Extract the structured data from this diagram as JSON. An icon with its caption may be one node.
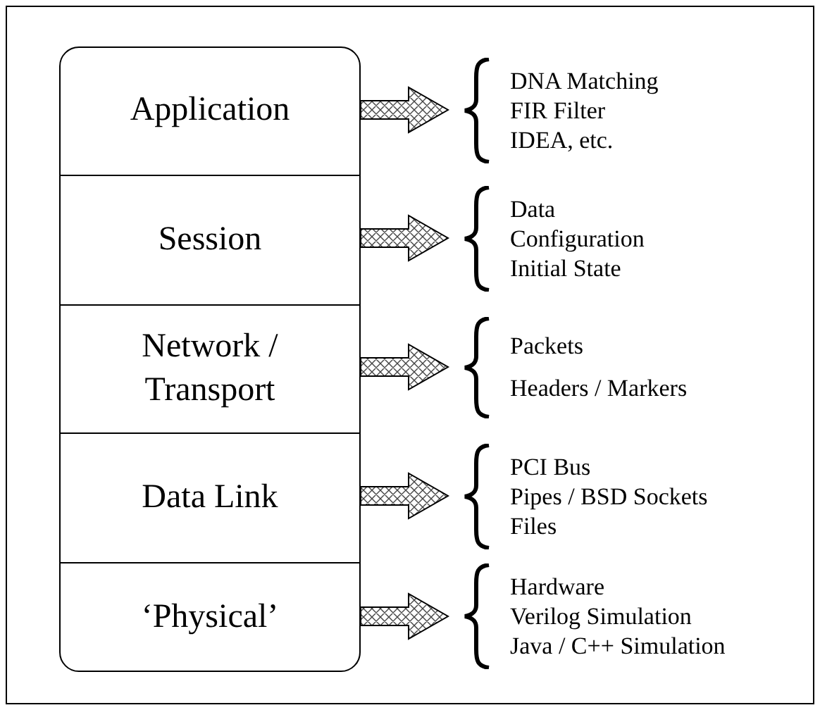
{
  "diagram": {
    "nodes": [
      {
        "text": [
          "Application"
        ]
      },
      {
        "text": [
          "Session"
        ]
      },
      {
        "text": [
          "Network / Transport"
        ]
      },
      {
        "text": [
          "Data Link"
        ]
      },
      {
        "text": [
          "‘Physical’"
        ]
      },
      {
        "text": [
          "DNA Matching",
          "FIR Filter",
          "IDEA, etc."
        ]
      },
      {
        "text": [
          "Data",
          "Configuration",
          "Initial State"
        ]
      },
      {
        "text": [
          "Packets",
          "Headers / Markers"
        ]
      },
      {
        "text": [
          "PCI Bus",
          "Pipes / BSD Sockets",
          "Files"
        ]
      },
      {
        "text": [
          "Hardware",
          "Verilog Simulation",
          "Java / C++ Simulation"
        ]
      }
    ],
    "edges": [
      {
        "from": 0,
        "to": 5,
        "arrow": "to"
      },
      {
        "from": 1,
        "to": 6,
        "arrow": "to"
      },
      {
        "from": 2,
        "to": 7,
        "arrow": "to"
      },
      {
        "from": 3,
        "to": 8,
        "arrow": "to"
      },
      {
        "from": 4,
        "to": 9,
        "arrow": "to"
      }
    ]
  }
}
